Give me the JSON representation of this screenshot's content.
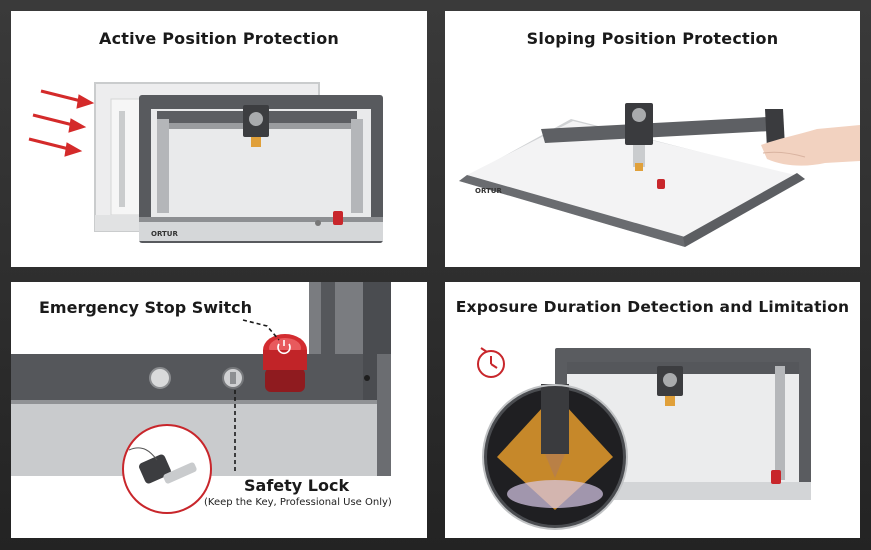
{
  "panels": [
    {
      "title": "Active Position Protection",
      "brand_mark": "ORTUR"
    },
    {
      "title": "Sloping Position Protection",
      "brand_mark": "ORTUR"
    },
    {
      "callout_emergency": "Emergency Stop Switch",
      "callout_lock": "Safety Lock",
      "callout_lock_note": "(Keep the Key, Professional Use Only)"
    },
    {
      "title": "Exposure Duration Detection and Limitation"
    }
  ],
  "colors": {
    "background": "#2c2c2c",
    "panel": "#ffffff",
    "accent_red": "#c8262b",
    "frame_dark": "#4a4c50",
    "frame_silver": "#c9cbcd"
  },
  "icons": [
    "arrow-right-icon",
    "timer-icon"
  ]
}
